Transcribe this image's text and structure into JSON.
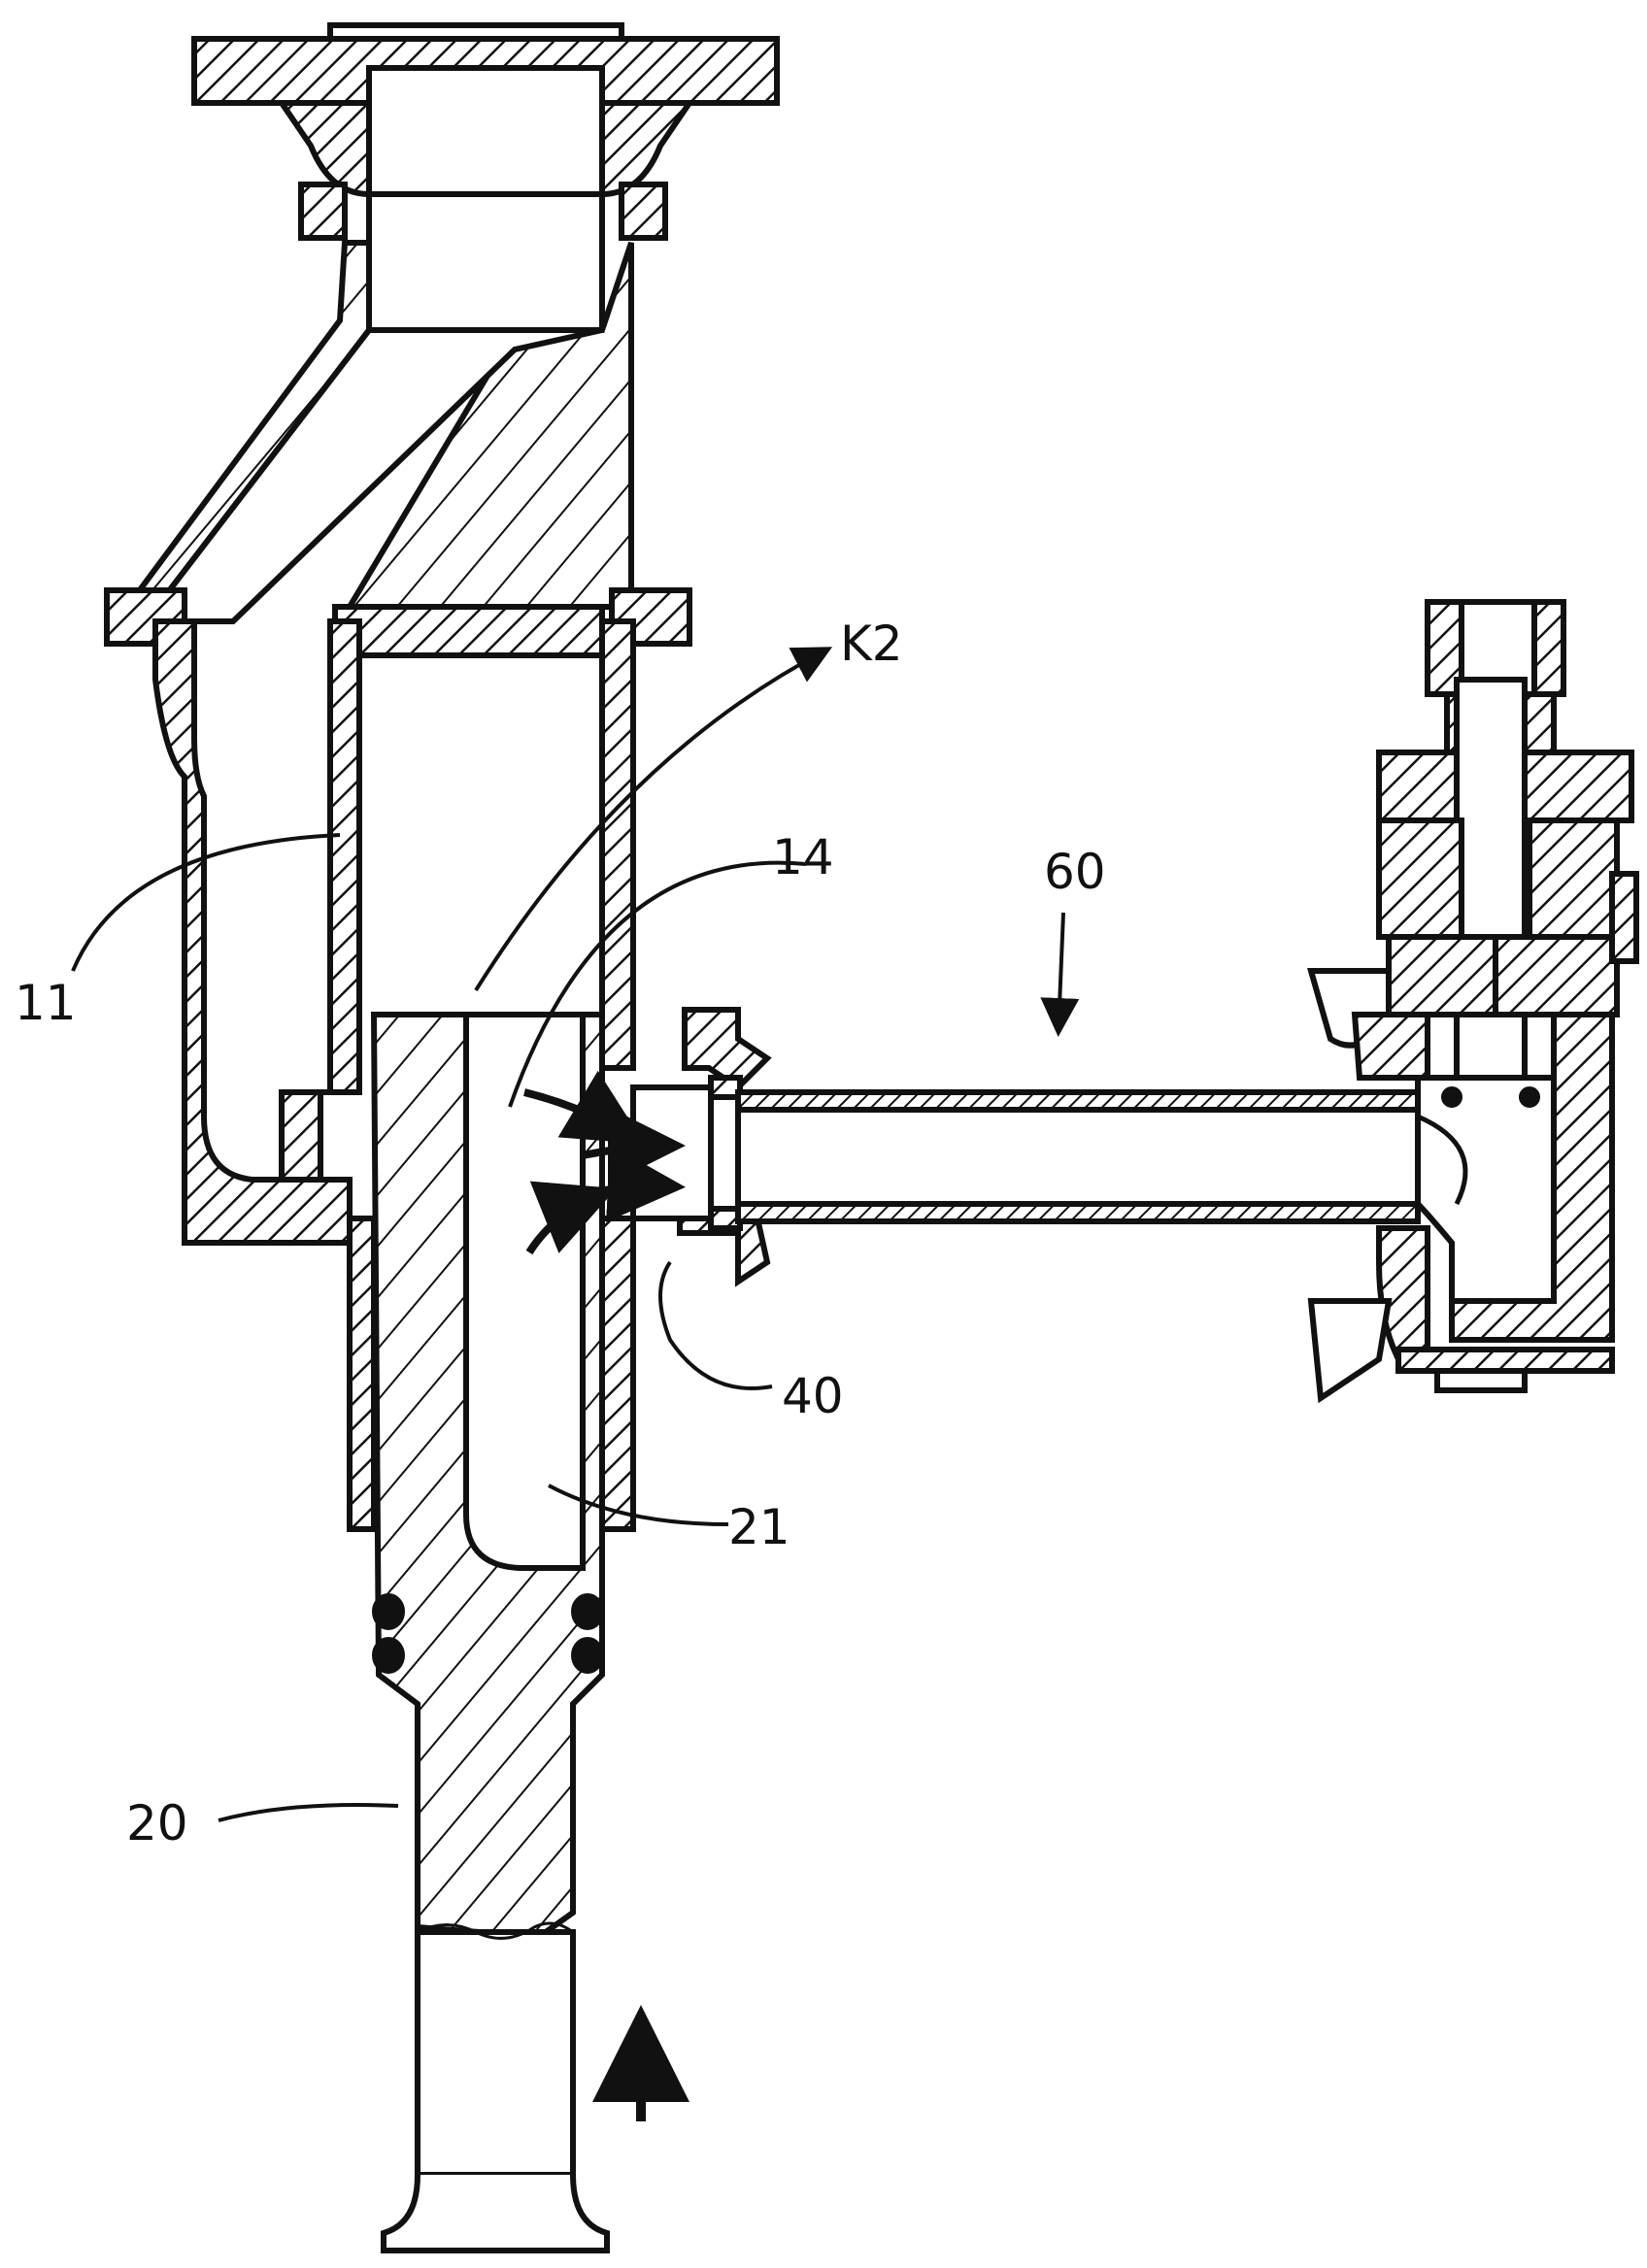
{
  "figure": {
    "labels": {
      "k2": "K2",
      "n11": "11",
      "n14": "14",
      "n20": "20",
      "n21": "21",
      "n40": "40",
      "n60": "60"
    }
  },
  "colors": {
    "ink": "#111111",
    "background": "#ffffff"
  }
}
